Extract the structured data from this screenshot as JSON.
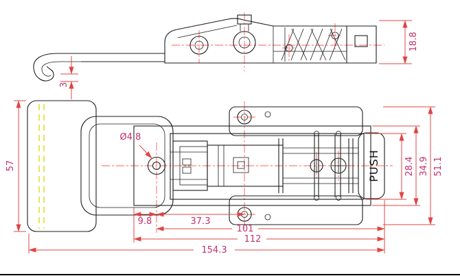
{
  "drawing": {
    "kind": "latch-technical-drawing",
    "labels": {
      "push": "PUSH"
    },
    "dims": {
      "d18_8": "18.8",
      "d3": "3",
      "d57": "57",
      "dia": "Ø4.8",
      "d9_8": "9.8",
      "d37_3": "37.3",
      "d101": "101",
      "d112": "112",
      "d154_3": "154.3",
      "d28_4": "28.4",
      "d34_9": "34.9",
      "d51_1": "51.1"
    },
    "colors": {
      "dimension_lines": "#e04444",
      "dimension_text": "#c2306e",
      "centerlines": "#ff5d5d",
      "hidden_lines_yellow": "#d9d900",
      "drawing_lines": "#1c1c1c",
      "background": "#ffffff"
    }
  }
}
